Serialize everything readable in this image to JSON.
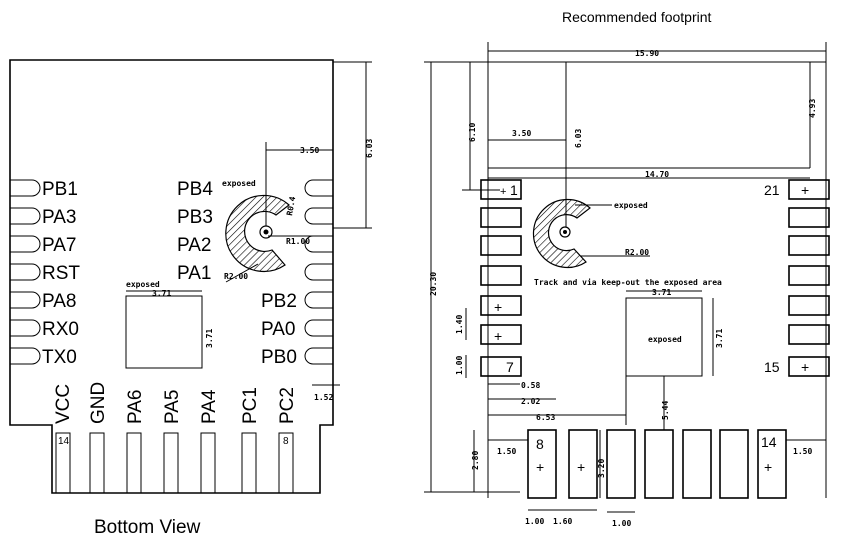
{
  "left_view": {
    "caption": "Bottom View",
    "left_pins": [
      "PB1",
      "PA3",
      "PA7",
      "RST",
      "PA8",
      "RX0",
      "TX0"
    ],
    "right_pins_upper": [
      "PB4",
      "PB3",
      "PA2",
      "PA1"
    ],
    "right_pins_lower": [
      "PB2",
      "PA0",
      "PB0"
    ],
    "bottom_pins": [
      "VCC",
      "GND",
      "PA6",
      "PA5",
      "PA4",
      "PC1",
      "PC2"
    ],
    "pin_14": "14",
    "pin_8": "8",
    "exposed_label": "exposed",
    "dims": {
      "top_right_width": "3.50",
      "height_right": "6.03",
      "r04": "R0.4",
      "r1": "R1.00",
      "r2": "R2.00",
      "pad_w": "3.71",
      "pad_h": "3.71",
      "edge": "1.52"
    }
  },
  "right_view": {
    "caption": "Recommended footprint",
    "pin_labels": {
      "p1": "1",
      "p7": "7",
      "p8": "8",
      "p14": "14",
      "p15": "15",
      "p21": "21"
    },
    "exposed_small": "exposed",
    "exposed_pad": "exposed",
    "keepout_note": "Track and via keep-out the exposed area",
    "dims": {
      "total_width": "15.90",
      "total_height": "20.30",
      "inner_width": "14.70",
      "top_left_h": "6.10",
      "top_right_h": "4.93",
      "center_w": "3.50",
      "center_h": "6.03",
      "r2": "R2.00",
      "pad_w": "3.71",
      "pad_h": "3.71",
      "pitch": "1.40",
      "pad_len": "1.00",
      "d058": "0.58",
      "d202": "2.02",
      "d653": "6.53",
      "d544": "5.44",
      "bottom_h": "2.80",
      "left_150": "1.50",
      "right_150": "1.50",
      "bottom_pad": "3.20",
      "b100a": "1.00",
      "b160": "1.60",
      "b100b": "1.00"
    }
  }
}
